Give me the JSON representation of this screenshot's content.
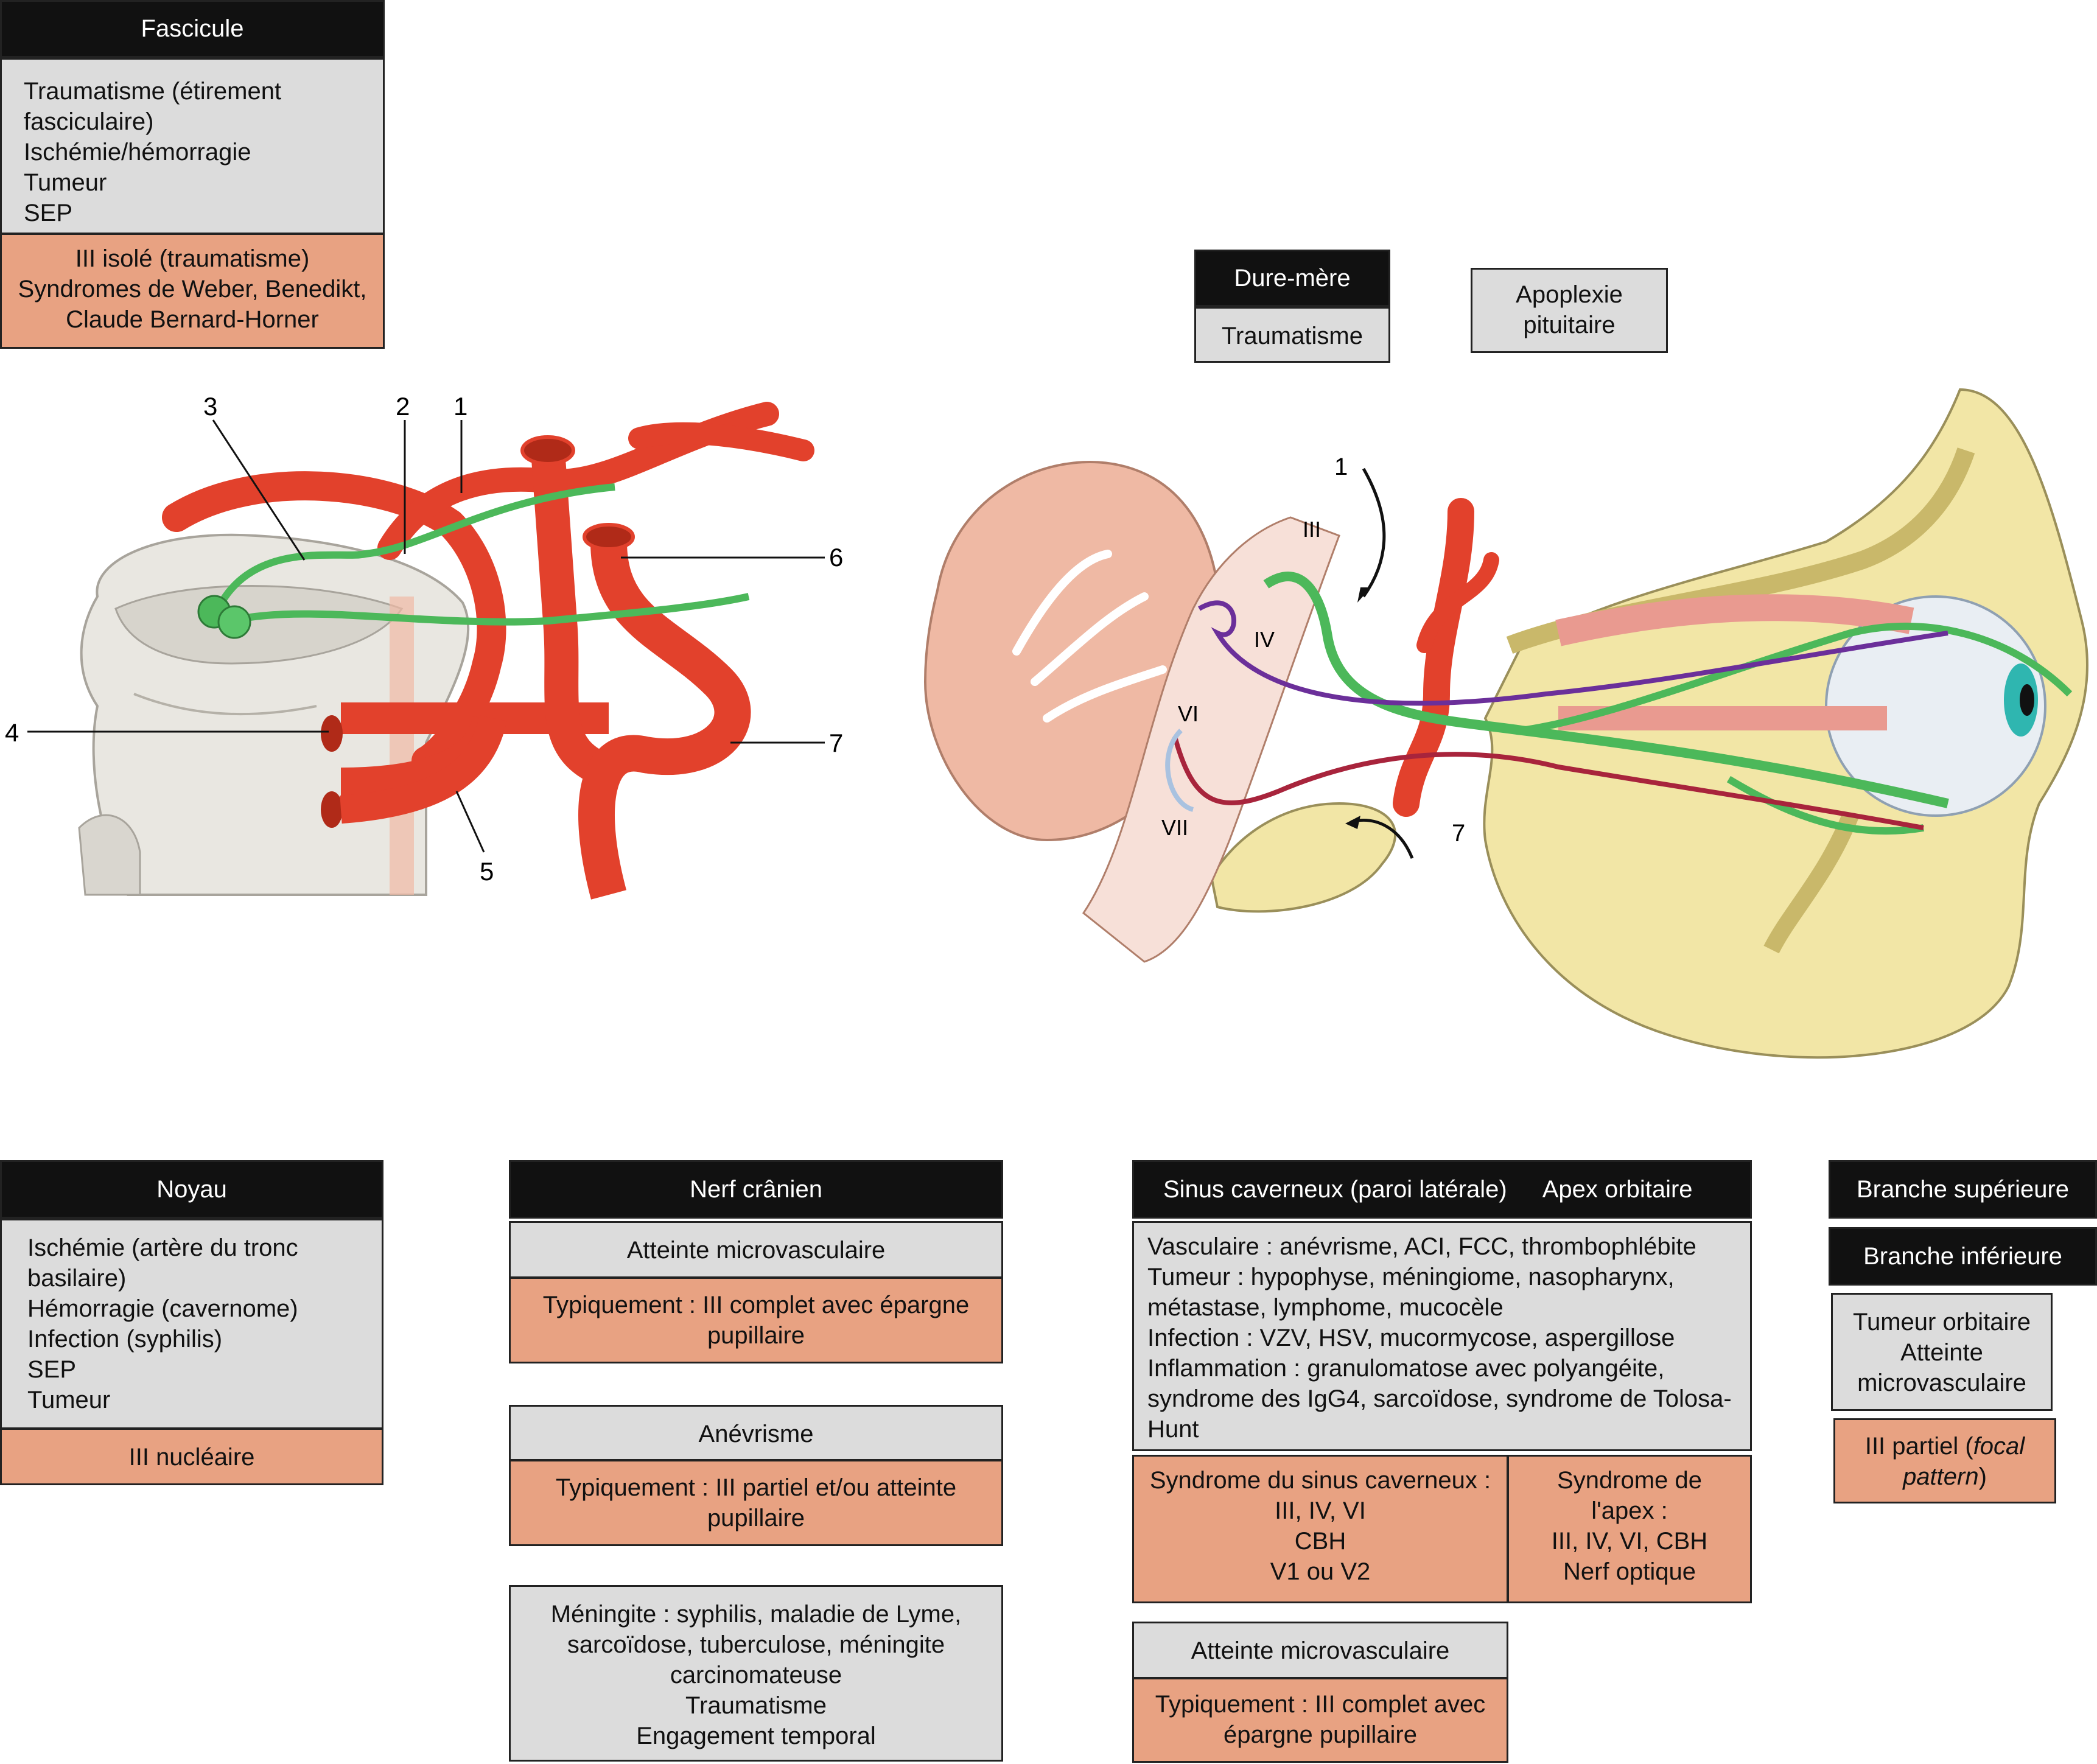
{
  "fascicule": {
    "header": "Fascicule",
    "causes": [
      "Traumatisme (étirement",
      "fasciculaire)",
      "Ischémie/hémorragie",
      "Tumeur",
      "SEP"
    ],
    "syndromes": [
      "III isolé (traumatisme)",
      "Syndromes de Weber, Benedikt,",
      "Claude Bernard-Horner"
    ]
  },
  "dure_mere": {
    "header": "Dure-mère",
    "cause": "Traumatisme"
  },
  "apoplexie": {
    "lines": [
      "Apoplexie",
      "pituitaire"
    ]
  },
  "noyau": {
    "header": "Noyau",
    "causes": [
      "Ischémie (artère du tronc",
      "basilaire)",
      "Hémorragie (cavernome)",
      "Infection (syphilis)",
      "SEP",
      "Tumeur"
    ],
    "syndrome": "III nucléaire"
  },
  "nerf_cranien": {
    "header": "Nerf crânien",
    "micro_title": "Atteinte microvasculaire",
    "micro_desc": [
      "Typiquement : III complet avec épargne",
      "pupillaire"
    ],
    "anev_title": "Anévrisme",
    "anev_desc": [
      "Typiquement : III partiel et/ou atteinte",
      "pupillaire"
    ],
    "other": [
      "Méningite : syphilis, maladie de Lyme,",
      "sarcoïdose, tuberculose, méningite",
      "carcinomateuse",
      "Traumatisme",
      "Engagement temporal"
    ]
  },
  "sinus": {
    "header_left": "Sinus caverneux (paroi latérale)",
    "header_right": "Apex orbitaire",
    "causes": [
      "Vasculaire : anévrisme, ACI, FCC, thrombophlébite",
      "Tumeur : hypophyse, méningiome, nasopharynx,",
      "métastase, lymphome, mucocèle",
      "Infection : VZV, HSV, mucormycose, aspergillose",
      "Inflammation : granulomatose avec polyangéite,",
      "syndrome des IgG4, sarcoïdose, syndrome de Tolosa-",
      "Hunt"
    ],
    "syndrome_sinus": [
      "Syndrome du sinus caverneux :",
      "III, IV, VI",
      "CBH",
      "V1 ou V2"
    ],
    "syndrome_apex": [
      "Syndrome de",
      "l'apex :",
      "III, IV, VI, CBH",
      "Nerf optique"
    ],
    "micro_title": "Atteinte microvasculaire",
    "micro_desc": [
      "Typiquement : III complet  avec",
      "épargne pupillaire"
    ]
  },
  "branches": {
    "superieure": "Branche supérieure",
    "inferieure": "Branche inférieure",
    "causes": [
      "Tumeur orbitaire",
      "Atteinte",
      "microvasculaire"
    ],
    "partiel_prefix": "III partiel (",
    "partiel_italic": "focal",
    "partiel_line2_italic": "pattern",
    "partiel_suffix": ")"
  },
  "brainstem_labels": {
    "l1": "1",
    "l2": "2",
    "l3": "3",
    "l4": "4",
    "l5": "5",
    "l6": "6",
    "l7": "7"
  },
  "orbit_labels": {
    "l1": "1",
    "l7": "7",
    "III": "III",
    "IV": "IV",
    "VI": "VI",
    "VII": "VII"
  },
  "colors": {
    "header": "#111111",
    "gray": "#dcdcdc",
    "salmon": "#e8a282",
    "artery": "#e2412c",
    "nerve": "#4cb85a",
    "bone": "#f2e6a6"
  }
}
